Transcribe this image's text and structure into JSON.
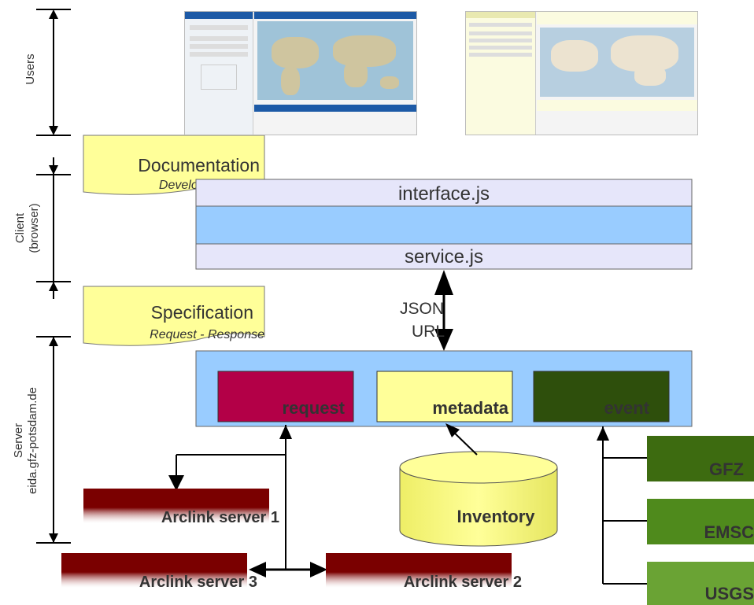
{
  "tiers": {
    "users": "Users",
    "client_line1": "Client",
    "client_line2": "(browser)",
    "server_line1": "Server",
    "server_line2": "eida.gfz-potsdam.de"
  },
  "docs": {
    "documentation_title": "Documentation",
    "documentation_sub": "Developer Guide",
    "specification_title": "Specification",
    "specification_sub": "Request - Response"
  },
  "client": {
    "interface": "interface.js",
    "service": "service.js"
  },
  "protocol": {
    "json": "JSON",
    "url": "URL"
  },
  "server_modules": {
    "request": "request",
    "metadata": "metadata",
    "event": "event"
  },
  "inventory": "Inventory",
  "arclink": {
    "s1": "Arclink server 1",
    "s2": "Arclink server 2",
    "s3": "Arclink server 3"
  },
  "event_sources": {
    "gfz": "GFZ",
    "emsc": "EMSC",
    "usgs": "USGS"
  },
  "colors": {
    "client_band": "#e6e6fa",
    "client_mid": "#99ccff",
    "server_box": "#99ccff",
    "request": "#b30047",
    "metadata": "#ffff99",
    "event": "#2e4f0c",
    "arclink": "#800000",
    "doc_note": "#ffff99",
    "gfz": "#3d6b10",
    "emsc": "#4f8a1c",
    "usgs": "#6aa334"
  }
}
